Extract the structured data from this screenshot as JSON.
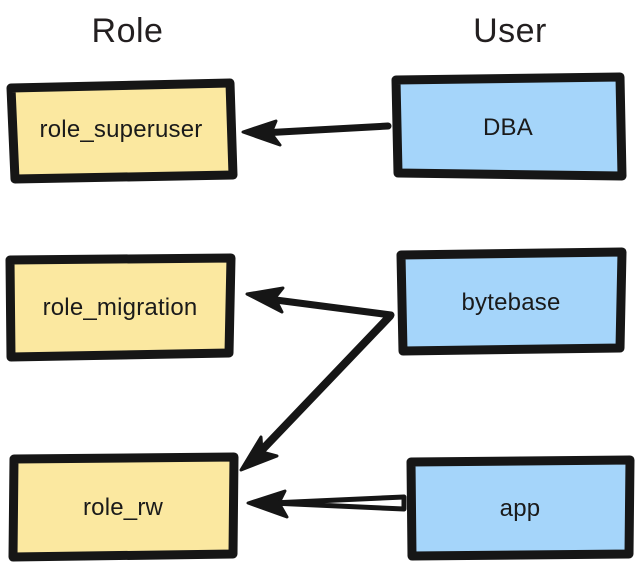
{
  "diagram": {
    "title_hidden": "",
    "columns": [
      {
        "id": "role",
        "label": "Role"
      },
      {
        "id": "user",
        "label": "User"
      }
    ],
    "colors": {
      "role_fill": "#FBE8A0",
      "user_fill": "#A5D5FA",
      "stroke": "#161616",
      "text": "#1a1a1a",
      "background": "#ffffff"
    },
    "nodes": [
      {
        "id": "role_superuser",
        "label": "role_superuser",
        "column": "role",
        "row": 1,
        "fill": "#FBE8A0"
      },
      {
        "id": "dba",
        "label": "DBA",
        "column": "user",
        "row": 1,
        "fill": "#A5D5FA"
      },
      {
        "id": "role_migration",
        "label": "role_migration",
        "column": "role",
        "row": 2,
        "fill": "#FBE8A0"
      },
      {
        "id": "bytebase",
        "label": "bytebase",
        "column": "user",
        "row": 2,
        "fill": "#A5D5FA"
      },
      {
        "id": "role_rw",
        "label": "role_rw",
        "column": "role",
        "row": 3,
        "fill": "#FBE8A0"
      },
      {
        "id": "app",
        "label": "app",
        "column": "user",
        "row": 3,
        "fill": "#A5D5FA"
      }
    ],
    "edges": [
      {
        "id": "dba-to-role-superuser",
        "from": "DBA",
        "to": "role_superuser",
        "style": "solid",
        "direction": "left"
      },
      {
        "id": "bytebase-to-role-migration",
        "from": "bytebase",
        "to": "role_migration",
        "style": "solid",
        "direction": "left"
      },
      {
        "id": "bytebase-to-role-rw",
        "from": "bytebase",
        "to": "role_rw",
        "style": "solid",
        "direction": "diagonal-down-left"
      },
      {
        "id": "app-to-role-rw",
        "from": "app",
        "to": "role_rw",
        "style": "hollow",
        "direction": "left"
      }
    ]
  }
}
